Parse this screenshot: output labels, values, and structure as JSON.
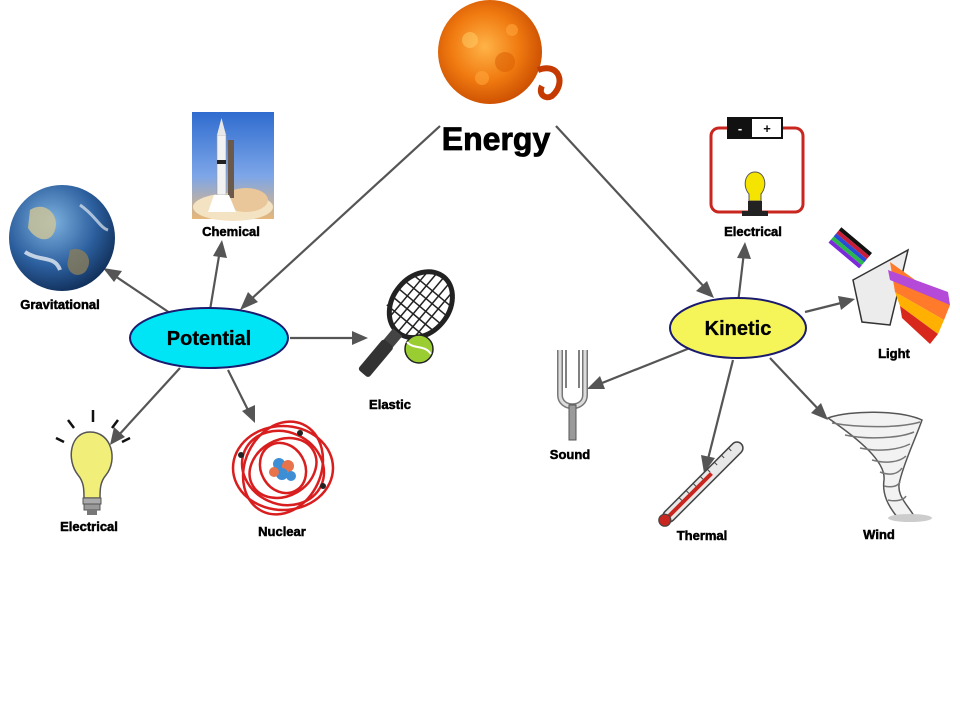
{
  "title": "Energy",
  "potential": {
    "label": "Potential",
    "color": "#00e5f5",
    "children": [
      "Gravitational",
      "Chemical",
      "Elastic",
      "Electrical",
      "Nuclear"
    ]
  },
  "kinetic": {
    "label": "Kinetic",
    "color": "#f5f55a",
    "children": [
      "Electrical",
      "Light",
      "Sound",
      "Thermal",
      "Wind"
    ]
  },
  "icons": {
    "title": "sun-icon",
    "gravitational": "earth-icon",
    "chemical": "rocket-launch-icon",
    "elastic": "tennis-racket-icon",
    "potential_electrical": "light-bulb-icon",
    "nuclear": "atom-icon",
    "kinetic_electrical": "battery-circuit-icon",
    "light": "prism-icon",
    "sound": "tuning-fork-icon",
    "thermal": "thermometer-icon",
    "wind": "tornado-icon"
  }
}
